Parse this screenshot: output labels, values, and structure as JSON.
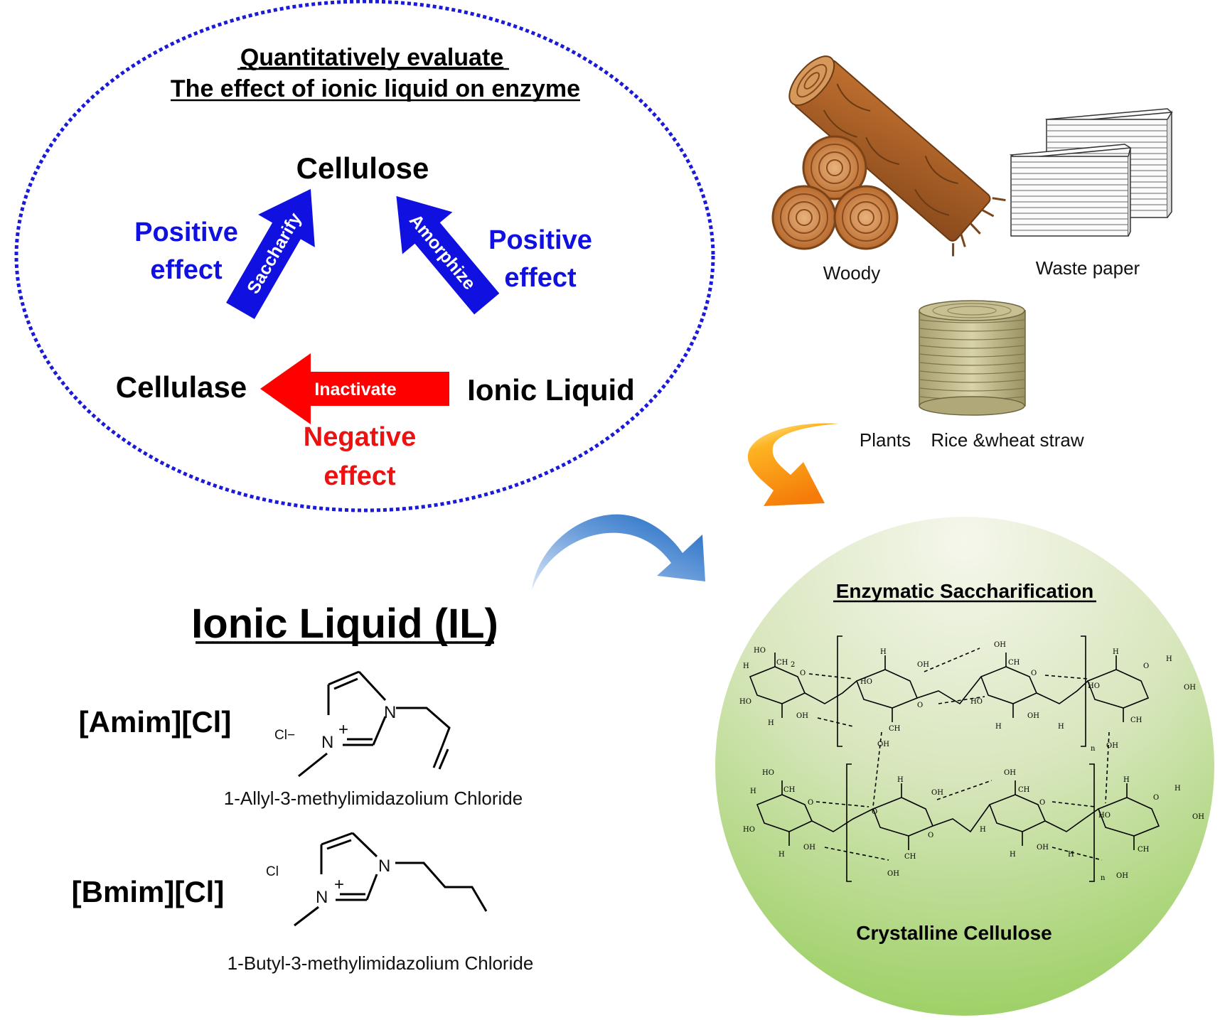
{
  "evaluation": {
    "title_line1": "Quantitatively evaluate",
    "title_line2": "The effect of ionic liquid on enzyme",
    "cellulose": "Cellulose",
    "cellulase": "Cellulase",
    "ionic_liquid": "Ionic Liquid",
    "left_effect_line1": "Positive",
    "left_effect_line2": "effect",
    "right_effect_line1": "Positive",
    "right_effect_line2": "effect",
    "neg_effect_line1": "Negative",
    "neg_effect_line2": "effect",
    "saccharify": "Saccharify",
    "amorphize": "Amorphize",
    "inactivate": "Inactivate",
    "colors": {
      "positive": "#1010e0",
      "negative": "#ee1111",
      "dotted_border": "#1a1ad8"
    }
  },
  "biomass": {
    "woody": "Woody",
    "waste_paper": "Waste paper",
    "plants": "Plants",
    "straw": "Rice &wheat straw",
    "icons": [
      "wood-logs-icon",
      "paper-stack-icon",
      "straw-bale-icon"
    ]
  },
  "ionic_liquids": {
    "heading": "Ionic Liquid (IL)",
    "amim_label": "[Amim][Cl]",
    "amim_name": "1-Allyl-3-methylimidazolium Chloride",
    "amim_anion": "Cl−",
    "bmim_label": "[Bmim][Cl]",
    "bmim_name": "1-Butyl-3-methylimidazolium Chloride",
    "bmim_anion": "Cl",
    "atom_n": "N",
    "atom_nplus": "N",
    "plus": "+"
  },
  "saccharification": {
    "heading": "Enzymatic Saccharification",
    "caption": "Crystalline Cellulose",
    "atoms": {
      "ho": "HO",
      "oh": "OH",
      "h": "H",
      "o": "O",
      "ch2": "CH",
      "sub2": "2",
      "n": "n"
    },
    "colors": {
      "gradient_top": "#f5f7ec",
      "gradient_bottom": "#92cc55"
    }
  }
}
